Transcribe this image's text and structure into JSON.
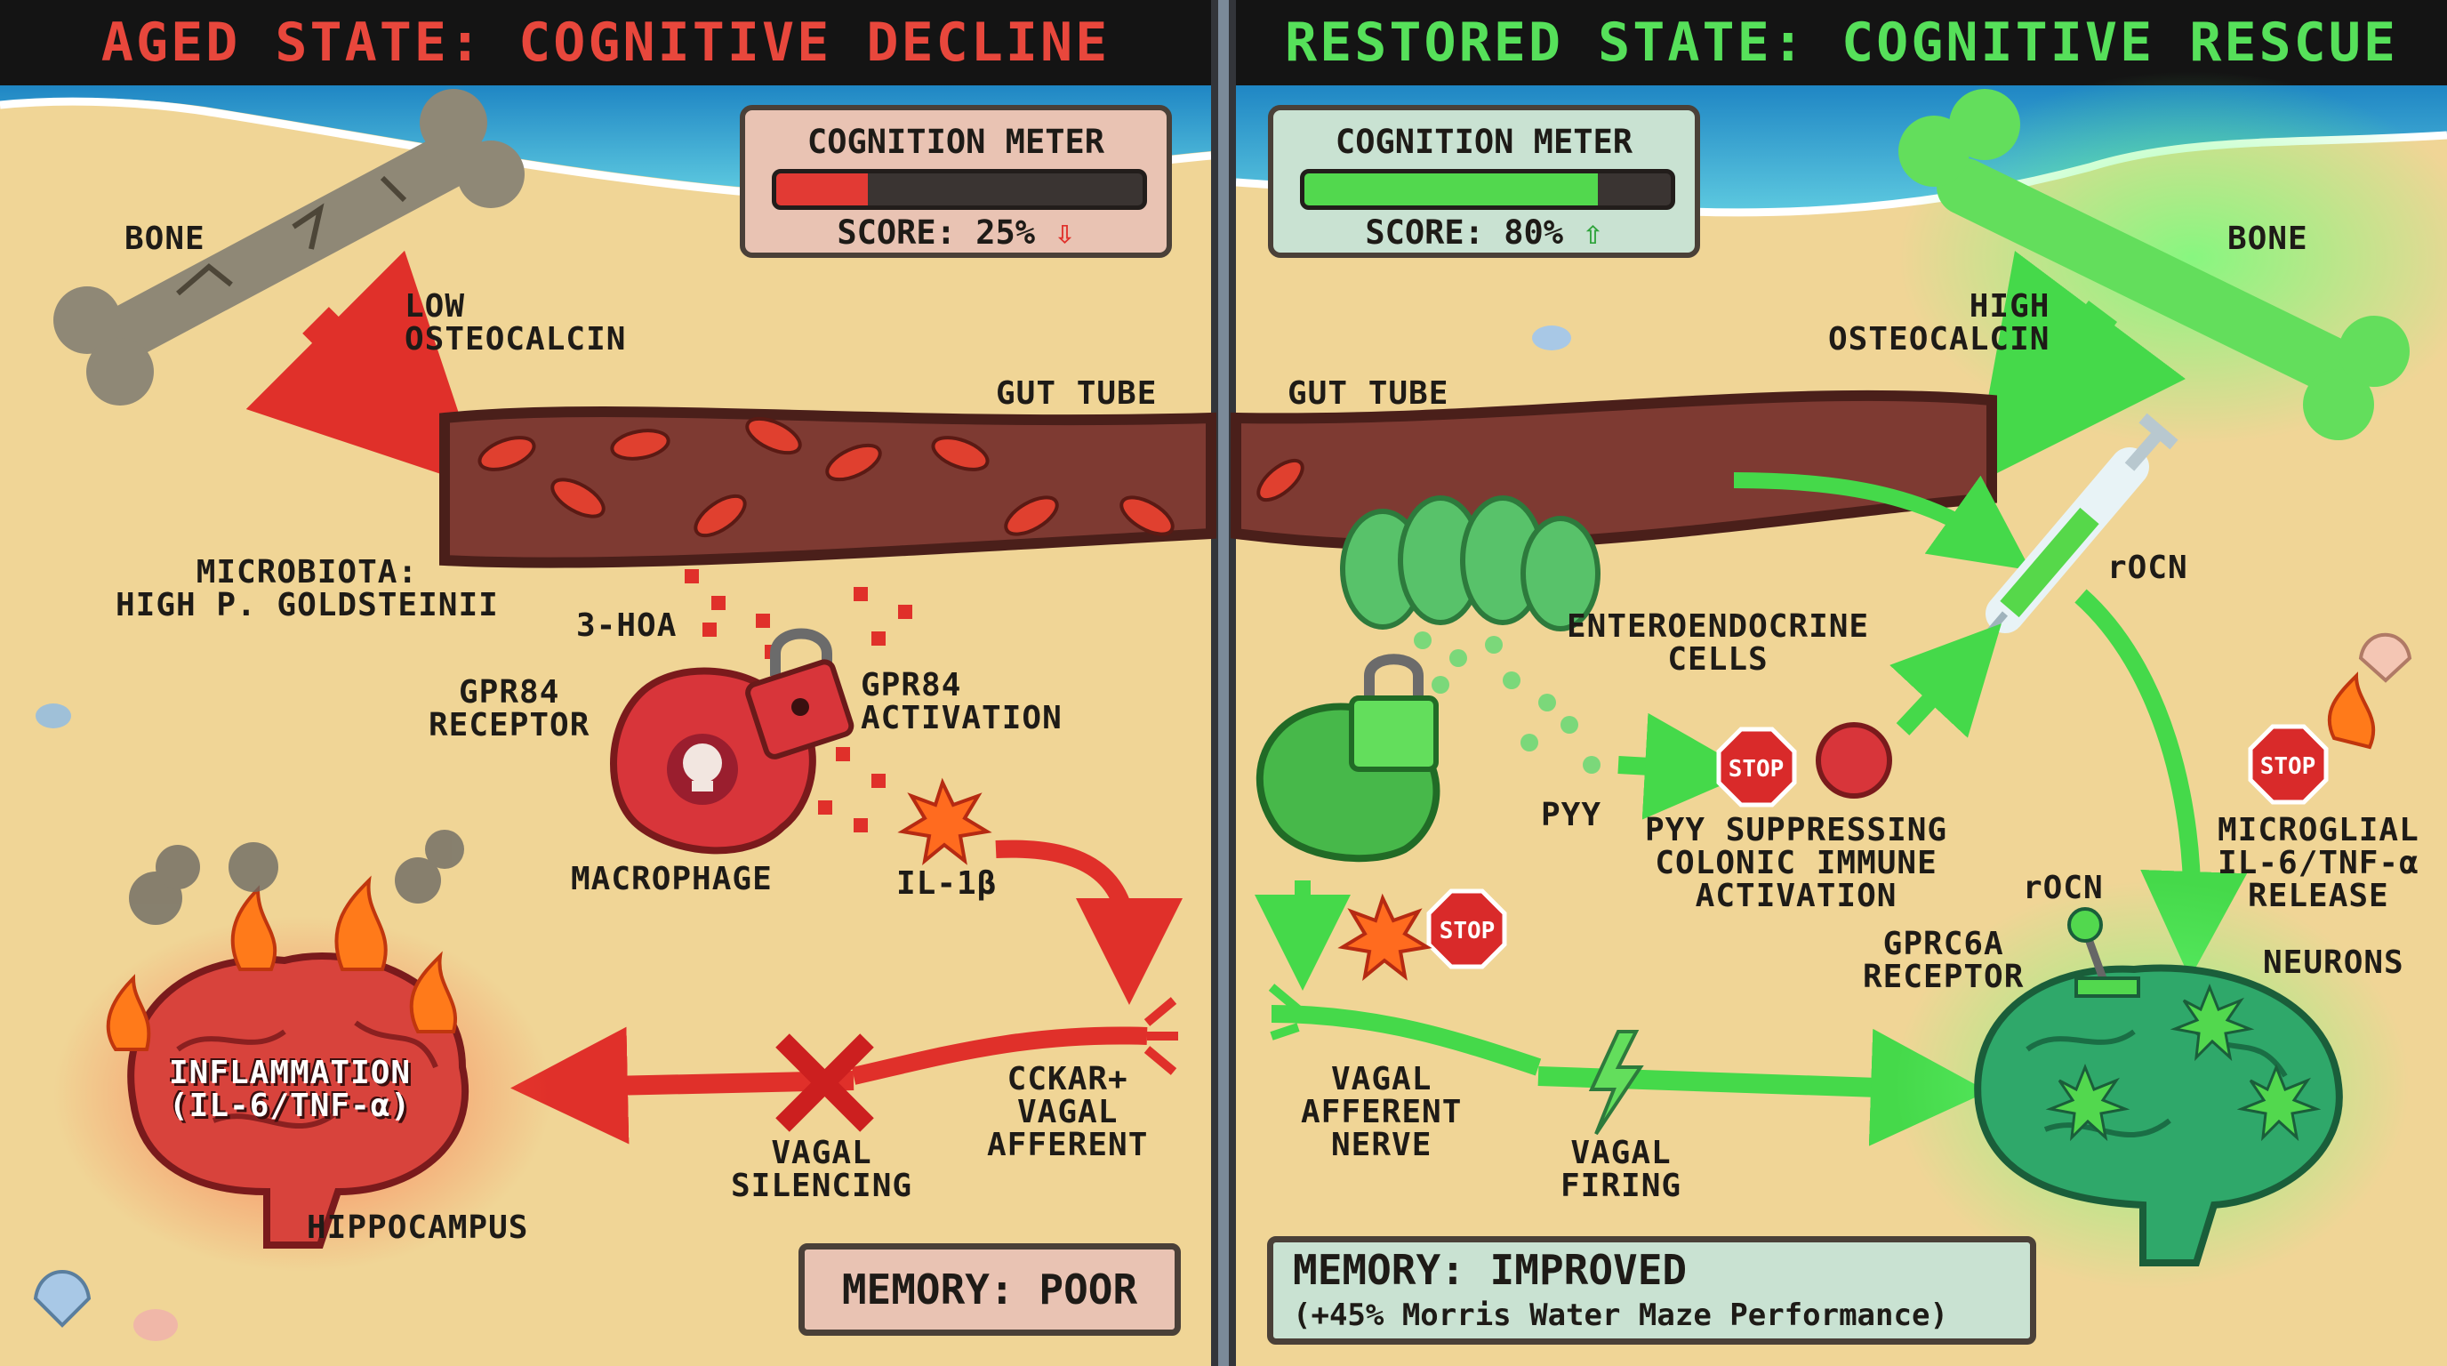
{
  "left_panel": {
    "title": "AGED STATE: COGNITIVE DECLINE",
    "meter_title": "COGNITION METER",
    "meter_score": "SCORE: 25%",
    "meter_level": 0.25,
    "labels": {
      "bone": "BONE",
      "low_osteocalcin": "LOW\nOSTEOCALCIN",
      "gut_tube": "GUT TUBE",
      "microbiota": "MICROBIOTA:\nHIGH P. GOLDSTEINII",
      "hoa": "3-HOA",
      "gpr84_receptor": "GPR84\nRECEPTOR",
      "gpr84_activation": "GPR84\nACTIVATION",
      "macrophage": "MACROPHAGE",
      "il1b": "IL-1β",
      "inflammation": "INFLAMMATION\n(IL-6/TNF-α)",
      "hippocampus": "HIPPOCAMPUS",
      "vagal_silencing": "VAGAL\nSILENCING",
      "cckar": "CCKAR+\nVAGAL\nAFFERENT"
    },
    "memory": "MEMORY: POOR"
  },
  "right_panel": {
    "title": "RESTORED STATE: COGNITIVE RESCUE",
    "meter_title": "COGNITION METER",
    "meter_score": "SCORE: 80%",
    "meter_level": 0.8,
    "labels": {
      "bone": "BONE",
      "high_osteocalcin": "HIGH\nOSTEOCALCIN",
      "gut_tube": "GUT TUBE",
      "rocn_syringe": "rOCN",
      "enteroendocrine": "ENTEROENDOCRINE\nCELLS",
      "pyy": "PYY",
      "pyy_suppressing": "PYY SUPPRESSING\nCOLONIC IMMUNE\nACTIVATION",
      "microglial": "MICROGLIAL\nIL-6/TNF-α\nRELEASE",
      "rocn_receptor": "rOCN",
      "gprc6a": "GPRC6A\nRECEPTOR",
      "neurons": "NEURONS",
      "vagal_afferent": "VAGAL\nAFFERENT\nNERVE",
      "vagal_firing": "VAGAL\nFIRING"
    },
    "memory_title": "MEMORY: IMPROVED",
    "memory_detail": "(+45% Morris Water Maze Performance)",
    "stop_signs": [
      "STOP",
      "STOP",
      "STOP"
    ]
  },
  "colors": {
    "sand": "#f0d596",
    "sea": "#2f9fd0",
    "red_title": "#e8473c",
    "green_title": "#56e05a",
    "bad_fill": "#e23a34",
    "good_fill": "#52d84e",
    "gut": "#7e3a32",
    "brain_red": "#d8433c",
    "brain_green": "#2fa86a"
  }
}
